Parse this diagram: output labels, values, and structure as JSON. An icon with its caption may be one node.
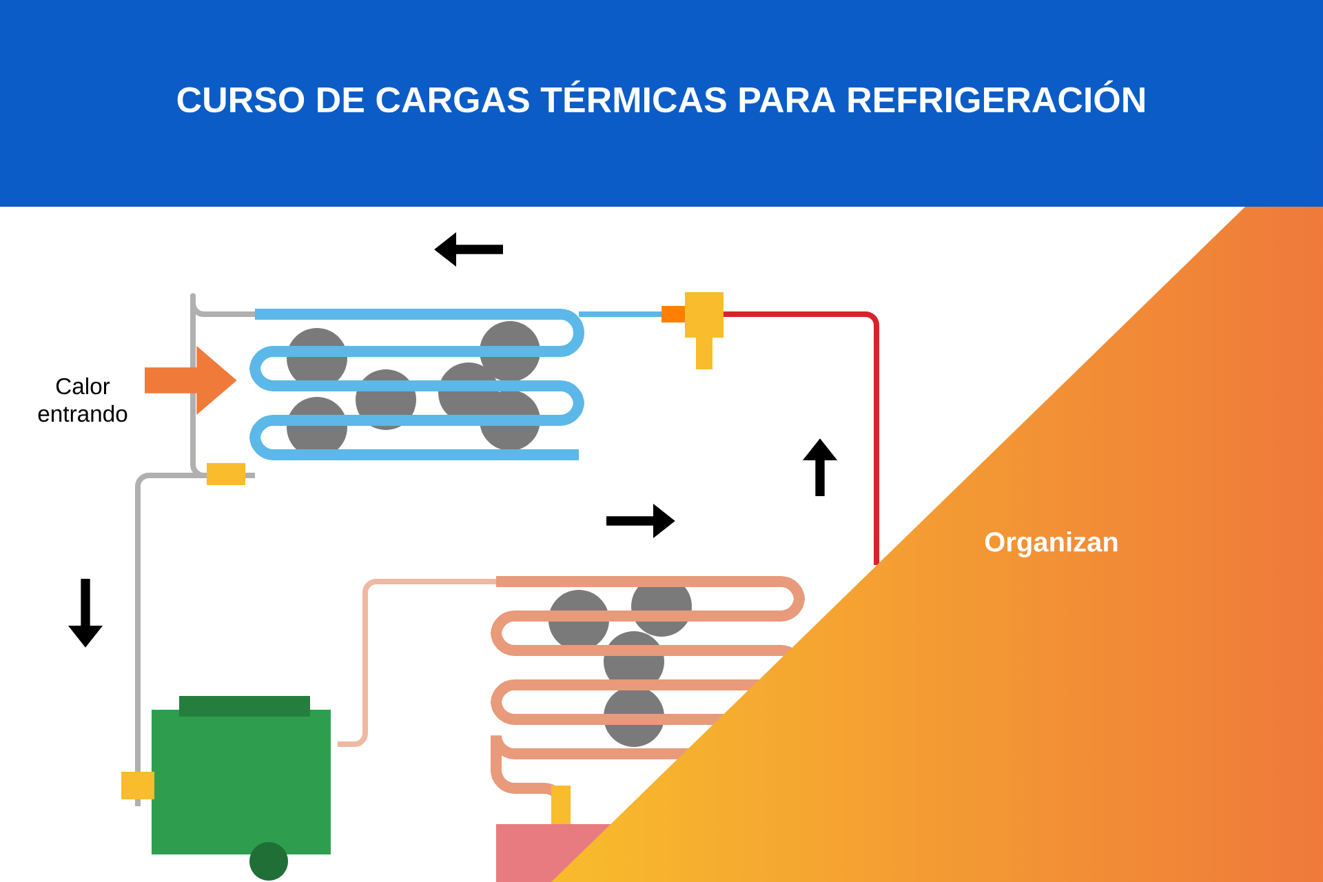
{
  "diagram": {
    "title": "CURSO DE CARGAS TÉRMICAS PARA REFRIGERACIÓN",
    "labels": [
      "Calor entrando",
      "Organizan"
    ]
  }
}
